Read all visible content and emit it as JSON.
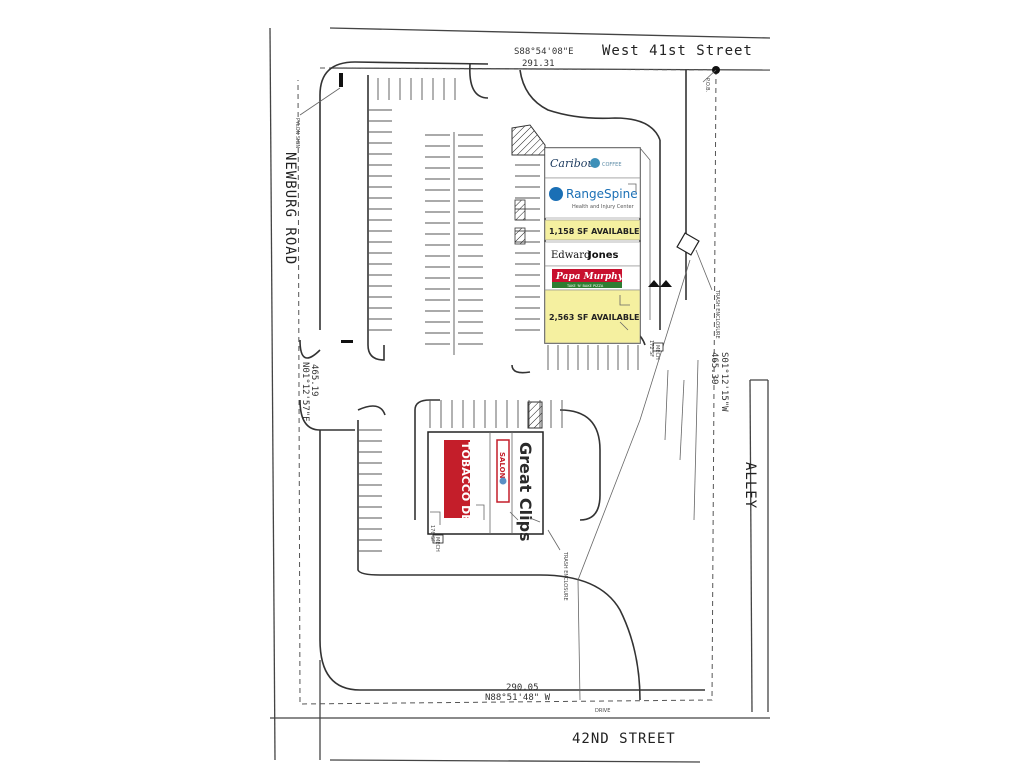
{
  "streets": {
    "north": "West 41st Street",
    "south": "42ND STREET",
    "west": "NEWBURG ROAD",
    "east": "ALLEY"
  },
  "survey": {
    "north_bearing": "S88°54'08\"E",
    "north_distance": "291.31",
    "south_distance": "290.05",
    "south_bearing": "N88°51'48\" W",
    "west_distance": "465.19",
    "west_bearing": "N01°12'57\"E",
    "east_distance": "465.39",
    "east_bearing": "S01°12'15\"W"
  },
  "labels": {
    "pylon_sign": "PYLON SIGN",
    "pob": "P.O.B.",
    "trash_1": "TRASH ENCLOSURE",
    "trash_2": "TRASH ENCLOSURE",
    "mech_1": "172 SF",
    "mech_2": "176 SF",
    "mech_room": "MECH",
    "drive": "DRIVE"
  },
  "building_north": {
    "tenants": [
      {
        "logo": "Caribou",
        "sub": "COFFEE",
        "color": "#1c3a5e"
      },
      {
        "logo": "RangeSpine",
        "sub": "Health and Injury Center",
        "color": "#1a6fb5"
      },
      {
        "text": "1,158 SF AVAILABLE",
        "fill": "#f5f0a0"
      },
      {
        "logo_a": "Edward",
        "logo_b": "Jones"
      },
      {
        "logo": "Papa Murphy's",
        "sub": "TAKE 'N' BAKE PIZZA",
        "bg": "#c8102e",
        "band": "#2e7d32"
      },
      {
        "text": "2,563 SF AVAILABLE",
        "fill": "#f5f0a0"
      }
    ]
  },
  "building_south": {
    "tenants": [
      {
        "logo": "TOBACCO DEN",
        "bg": "#c41e2a"
      },
      {
        "logo": "SALON",
        "bg": "#c41e2a"
      },
      {
        "logo": "Great Clips"
      }
    ]
  },
  "colors": {
    "available": "#f5f0a0",
    "tobacco": "#c41e2a",
    "caribou": "#1c3a5e",
    "rangespine": "#1a6fb5"
  }
}
